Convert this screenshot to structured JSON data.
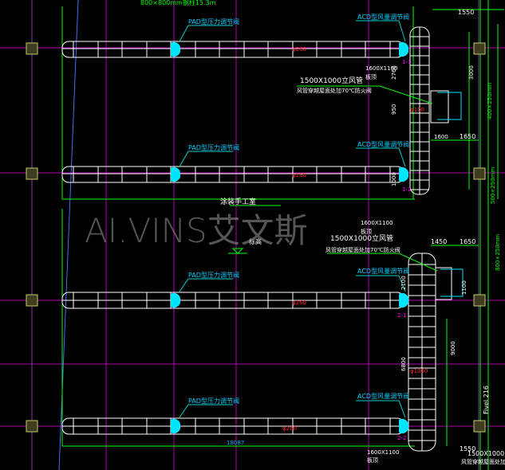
{
  "labels": {
    "top_note": "800×800mm钢柱15.3m",
    "pad_label": "PAD型压力调节阀",
    "acd_label": "ACD型风量调节阀",
    "duct_size_a": "1500X1000立风管",
    "fire_note": "风管穿越屋面处加70℃防火阀",
    "duct_size_b": "1600X1100",
    "plate": "板顶",
    "room": "涂装手工室",
    "level": "标高",
    "dim_1450": "1450",
    "dim_1550": "1550",
    "dim_1650": "1650",
    "dim_3000": "3000",
    "dim_9000": "9000",
    "dim_6800": "6800",
    "dim_1100": "1100",
    "dim_2100": "2100",
    "dim_2766": "2766",
    "dim_950": "950",
    "dim_1000": "1000",
    "dim_1600": "1600",
    "dim_18087": "18087",
    "vert_dim_a": "400×250mm",
    "vert_dim_b": "500×250mm",
    "vert_dim_c": "800×250mm",
    "duct_mark_1": "1-1",
    "duct_mark_2": "1-2",
    "duct_mark_3": "2-1",
    "duct_mark_4": "2-2",
    "red_a": "φ260",
    "red_b": "φ100",
    "red_c": "φ1000",
    "floor_mark": "Fivel 216"
  },
  "watermark": "AI.VINS艾文斯",
  "colors": {
    "duct": "#ffffff",
    "cyan": "#00e5ff",
    "green": "#00ff00",
    "magenta": "#ff00ff",
    "red": "#ff2a2a",
    "column": "#b8b86a",
    "blue_line": "#4a6cff",
    "yellow": "#ffff66"
  }
}
